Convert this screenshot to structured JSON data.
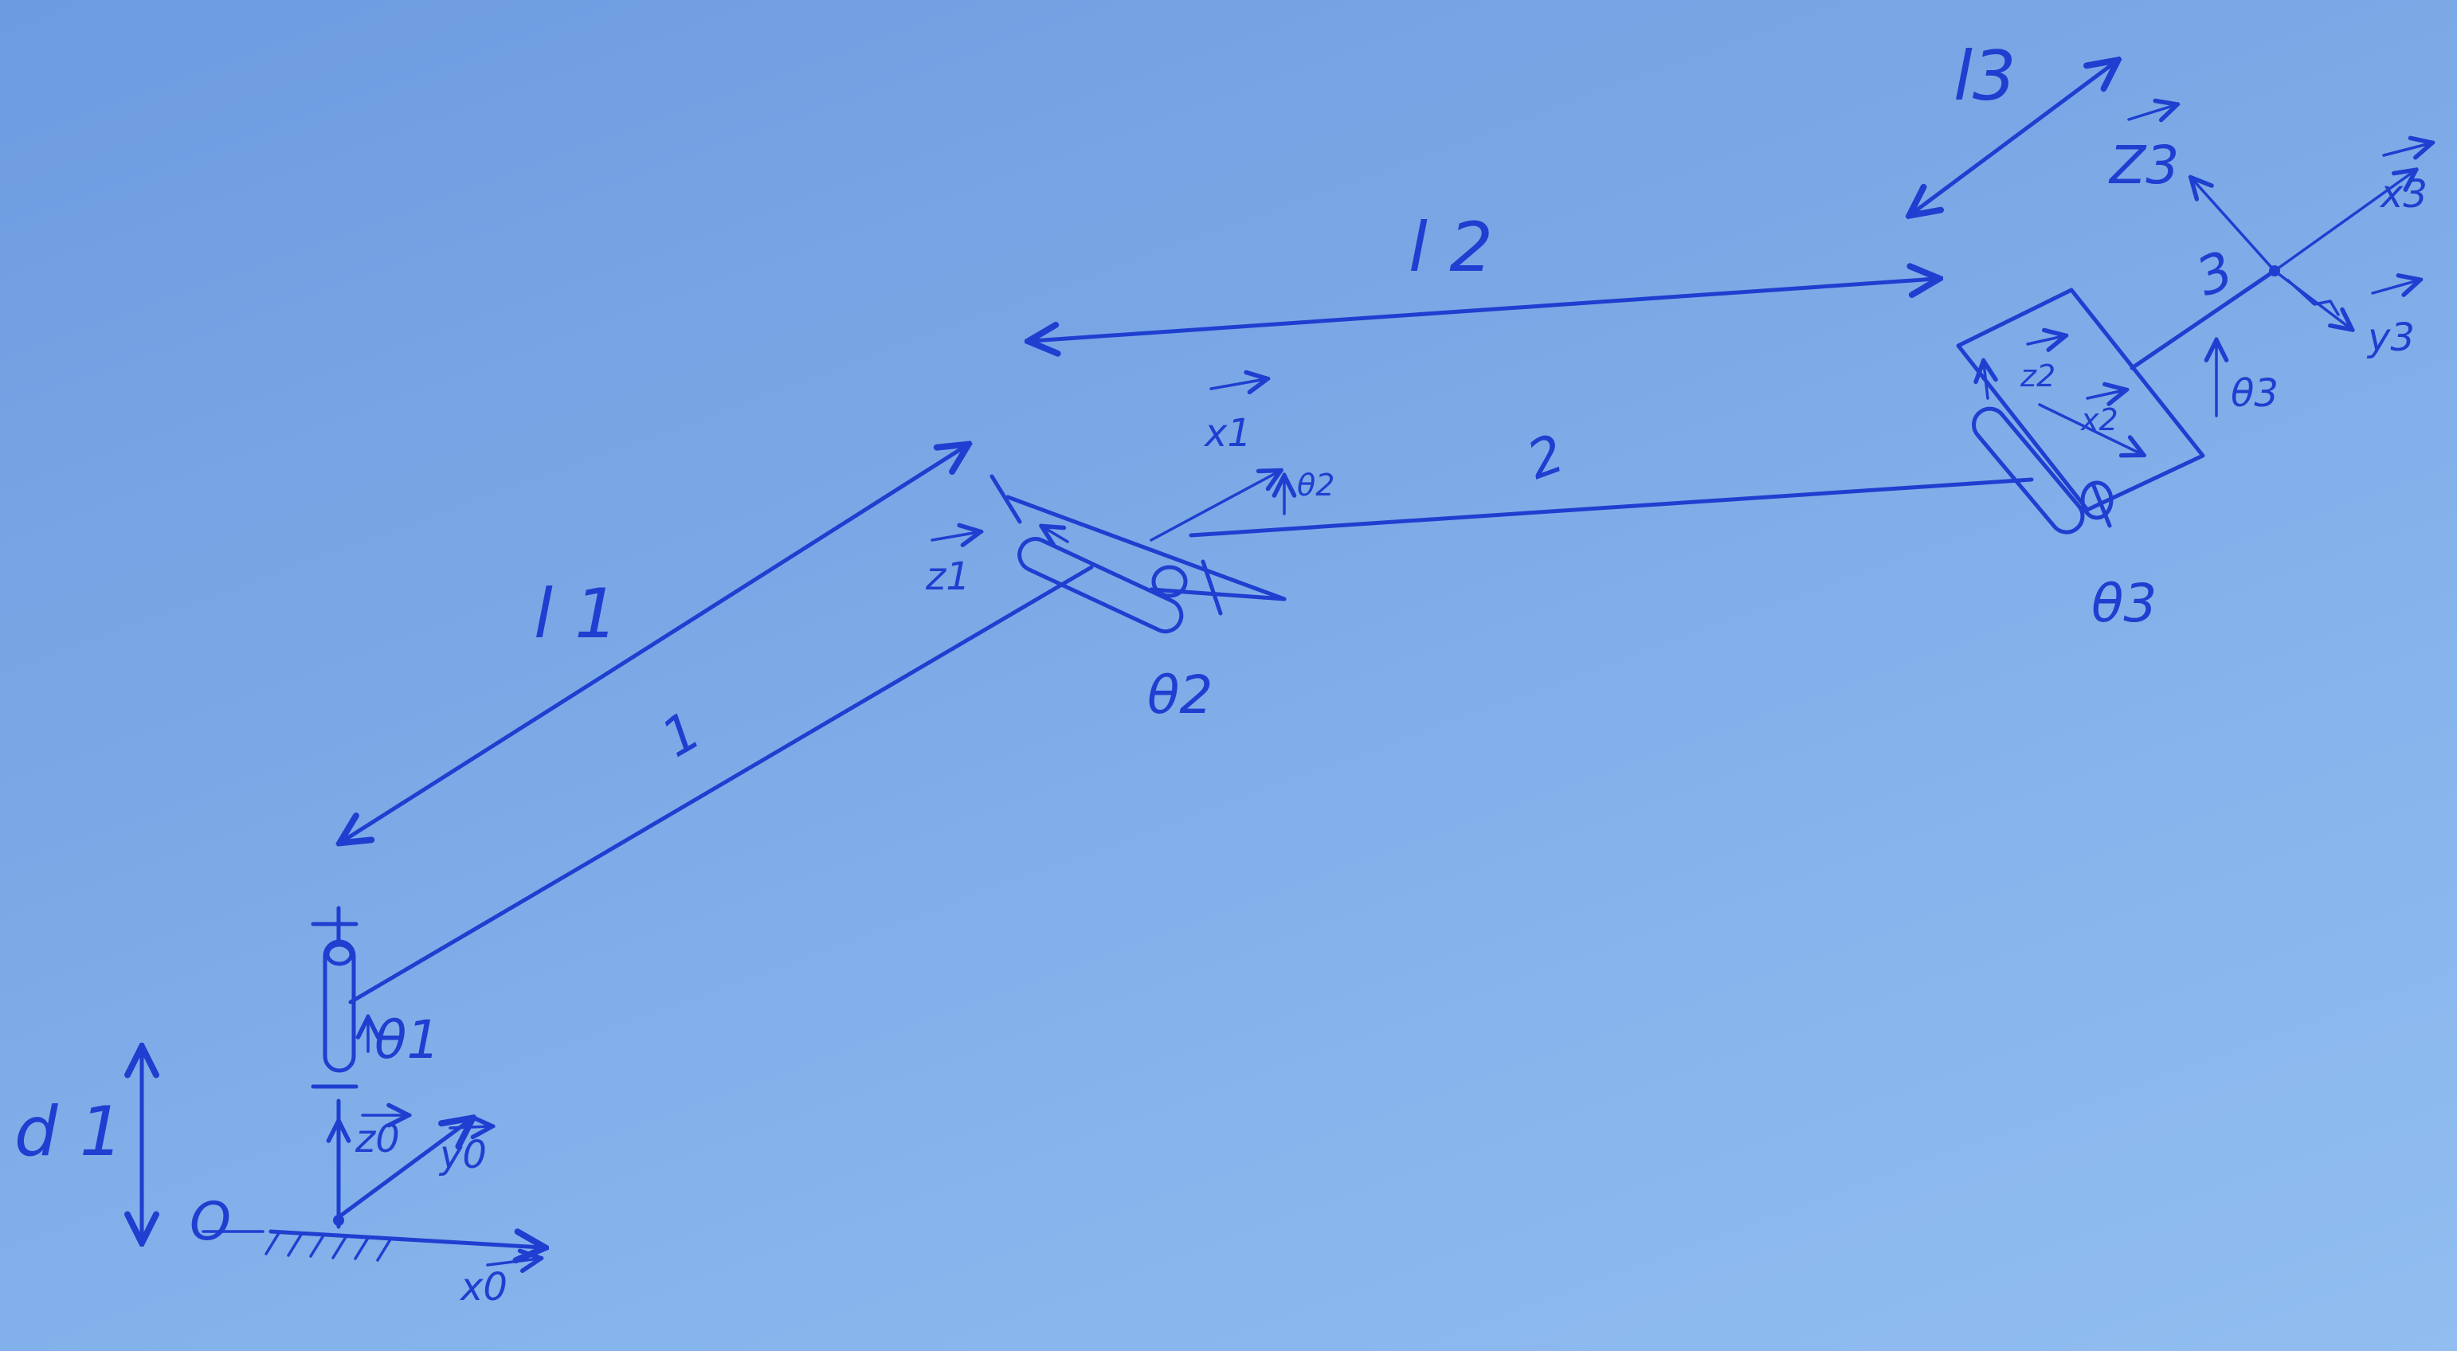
{
  "diagram": {
    "colors": {
      "paper": "#7ba9e6",
      "ink": "#1e3fd0"
    },
    "labels": {
      "d1": "d 1",
      "origin": "O",
      "z0": "z0",
      "y0": "y0",
      "x0": "x0",
      "theta1": "θ1",
      "l1": "l 1",
      "link1": "1",
      "z1": "z1",
      "x1": "x1",
      "theta2_small": "θ2",
      "theta2": "θ2",
      "l2": "l 2",
      "link2": "2",
      "l3": "l3",
      "z2": "z2",
      "x2": "x2",
      "theta3_small": "θ3",
      "theta3": "θ3",
      "link3": "3",
      "z3": "Z3",
      "x3": "x3",
      "y3": "y3"
    }
  }
}
